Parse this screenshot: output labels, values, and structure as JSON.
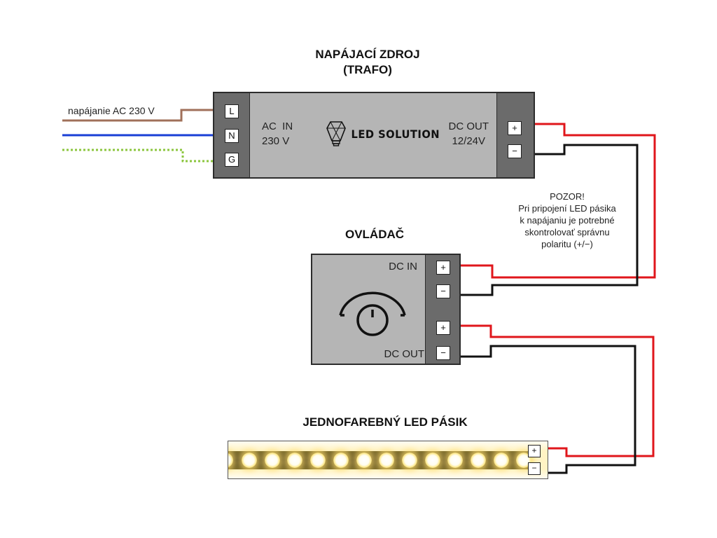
{
  "psu": {
    "title_line1": "NAPÁJACÍ ZDROJ",
    "title_line2": "(TRAFO)",
    "ac_in_line1": "AC  IN",
    "ac_in_line2": "230 V",
    "brand": "LED SOLUTION",
    "dc_out_line1": "DC OUT",
    "dc_out_line2": "12/24V",
    "input_terminals": [
      "L",
      "N",
      "G"
    ],
    "output_terminals": [
      "+",
      "−"
    ]
  },
  "mains": {
    "label": "napájanie AC 230 V",
    "wire_colors": {
      "live": "#a0705a",
      "neutral": "#1a3fd6",
      "ground": "#8cc63f"
    }
  },
  "controller": {
    "title": "OVLÁDAČ",
    "dc_in_label": "DC IN",
    "dc_out_label": "DC OUT",
    "in_terminals": [
      "+",
      "−"
    ],
    "out_terminals": [
      "+",
      "−"
    ]
  },
  "warning": {
    "lines": [
      "POZOR!",
      "Pri pripojení LED pásika",
      "k napájaniu je potrebné",
      "skontrolovať správnu",
      "polaritu (+/−)"
    ]
  },
  "strip": {
    "title": "JEDNOFAREBNÝ LED PÁSIK",
    "terminals": [
      "+",
      "−"
    ],
    "led_count": 12
  },
  "colors": {
    "positive_wire": "#e0161b",
    "negative_wire": "#111111",
    "box_fill": "#b5b5b5",
    "terminal_block_fill": "#6b6b6b"
  }
}
